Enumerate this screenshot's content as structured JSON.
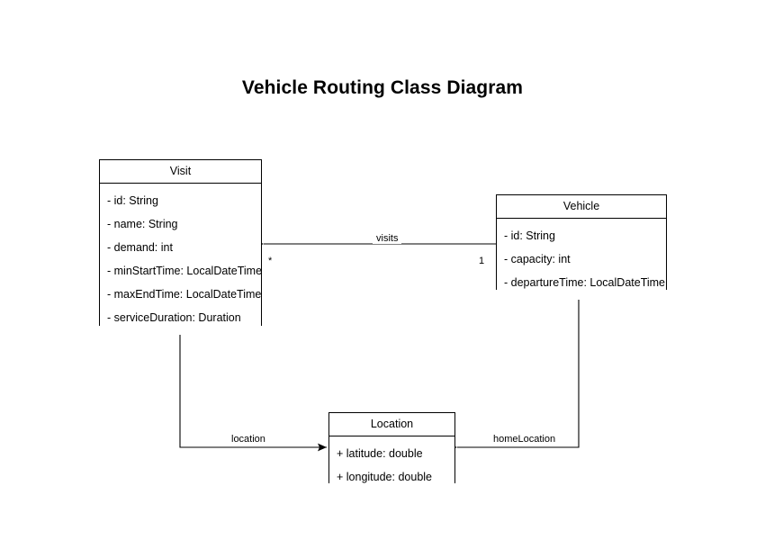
{
  "diagram": {
    "title": "Vehicle Routing Class Diagram",
    "type": "uml-class-diagram",
    "background_color": "#ffffff",
    "line_color": "#000000",
    "text_color": "#000000"
  },
  "classes": [
    {
      "id": "visit",
      "name": "Visit",
      "attributes": [
        "- id: String",
        "- name: String",
        "- demand: int",
        "- minStartTime: LocalDateTime",
        "- maxEndTime: LocalDateTime",
        "- serviceDuration: Duration"
      ]
    },
    {
      "id": "vehicle",
      "name": "Vehicle",
      "attributes": [
        "- id: String",
        "- capacity: int",
        "- departureTime: LocalDateTime"
      ]
    },
    {
      "id": "location",
      "name": "Location",
      "attributes": [
        "+ latitude: double",
        "+ longitude: double"
      ]
    }
  ],
  "relationships": [
    {
      "id": "visits",
      "label": "visits",
      "from": "Vehicle",
      "to": "Visit",
      "source_multiplicity": "1",
      "target_multiplicity": "*"
    },
    {
      "id": "location",
      "label": "location",
      "from": "Visit",
      "to": "Location"
    },
    {
      "id": "homeLocation",
      "label": "homeLocation",
      "from": "Vehicle",
      "to": "Location"
    }
  ]
}
